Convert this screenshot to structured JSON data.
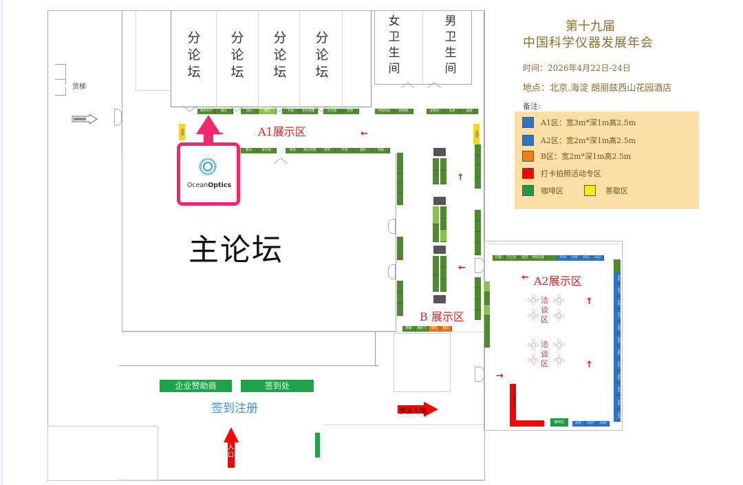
{
  "header": {
    "edition": "第十九届",
    "title": "中国科学仪器发展年会",
    "time_line": "时间：2026年4月22日-24日",
    "location_line": "地点：北京.海淀 朗丽兹西山花园酒店"
  },
  "legend": {
    "heading": "备注:",
    "items": [
      {
        "label": "A1区：宽3m*深1m高2.5m",
        "color": "#2e75c5"
      },
      {
        "label": "A2区：宽2m*深1m高2.5m",
        "color": "#2e75c5"
      },
      {
        "label": "B区：宽2m*深1m高2.5m",
        "color": "#f07f14"
      },
      {
        "label": "打卡拍照活动专区",
        "color": "#ff0000"
      },
      {
        "label": "咖啡区",
        "color": "#1e9a44"
      },
      {
        "label": "茶歇区",
        "color": "#f4ea1f"
      }
    ]
  },
  "colors": {
    "booth_green": "#4e8a2e",
    "booth_light_green": "#8bc34a",
    "booth_blue": "#2e75c5",
    "booth_orange": "#e8761e",
    "zone_red": "#e02020",
    "highlight_pink": "#f0286e",
    "title_gold": "#8a6d2c",
    "legend_bg": "#fddfa5",
    "registration_blue": "#3a8fe0"
  },
  "rooms": {
    "sub_forums": [
      "分\n论\n坛",
      "分\n论\n坛",
      "分\n论\n坛",
      "分\n论\n坛"
    ],
    "womens_restroom": "女\n卫\n生\n间",
    "mens_restroom": "男\n卫\n生\n间",
    "freight_elevator": "货梯",
    "main_forum": "主论坛",
    "tea_break_left": "茶歇",
    "tea_break_right": "茶歇"
  },
  "zones": {
    "a1": "A1展示区",
    "a2": "A2展示区",
    "b": "B 展示区",
    "negotiation_1": "洽\n谈\n区",
    "negotiation_2": "洽\n谈\n区",
    "registration": "签到注册",
    "sponsor_desk": "企业赞助商",
    "checkin_desk": "签到处",
    "entrance": "入\n口",
    "enter_venue": "参会入场",
    "photo_zone": "打卡拍照专区",
    "coffee": "咖啡区"
  },
  "highlight": {
    "brand": "Ocean",
    "brand_bold": "Optics"
  },
  "booths": {
    "top_row_1": [
      "海洋光学",
      "康分"
    ],
    "top_row_2": [
      "凌仪",
      "赛默"
    ],
    "top_row_3": [
      "力辰",
      "优光莱联"
    ],
    "top_row_4": [
      "引力波",
      "普坤"
    ],
    "top_row_5": [
      "中科科仪",
      "梅特勒"
    ],
    "top_row_6": [
      "安捷伦",
      "岛津",
      "盛瀚"
    ],
    "inner_row_1": [
      "赢光",
      "安东帕"
    ],
    "inner_row_2": [
      "联思",
      "青光开物",
      "谱育",
      "千澄",
      "睿科",
      "海能"
    ],
    "b_bottom": [
      "博睿",
      "赛默飞",
      "B02",
      "B01"
    ],
    "a2_top": [
      "仪器",
      "天之光",
      "恒定",
      "清科仪器",
      "",
      "A29",
      "A30",
      "A31",
      "A32"
    ],
    "a2_right": [
      "A33",
      "A34",
      "A35",
      "A36",
      "A37",
      "A38",
      "A39",
      "A40",
      "A41",
      "A42",
      "A43",
      "A44",
      "A45"
    ],
    "a2_bottom": [
      "A46",
      "A47",
      "A48"
    ]
  },
  "labels": {
    "freight_arrow": "货梯入口"
  }
}
